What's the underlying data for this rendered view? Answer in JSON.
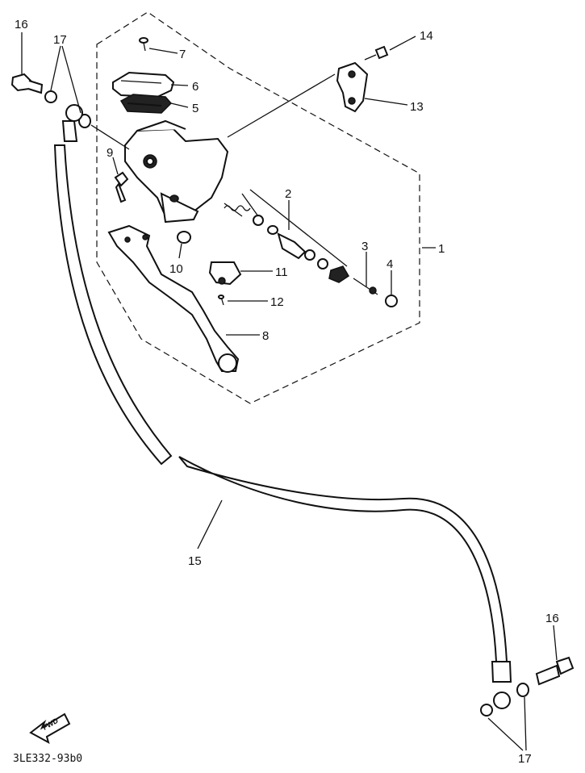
{
  "diagram": {
    "drawing_code": "3LE332-93b0",
    "fwd_label": "FWD",
    "callouts": {
      "c1": "1",
      "c2": "2",
      "c3": "3",
      "c4": "4",
      "c5": "5",
      "c6": "6",
      "c7": "7",
      "c8": "8",
      "c9": "9",
      "c10": "10",
      "c11": "11",
      "c12": "12",
      "c13": "13",
      "c14": "14",
      "c15": "15",
      "c16_top": "16",
      "c17_top": "17",
      "c16_bottom": "16",
      "c17_bottom": "17"
    }
  }
}
